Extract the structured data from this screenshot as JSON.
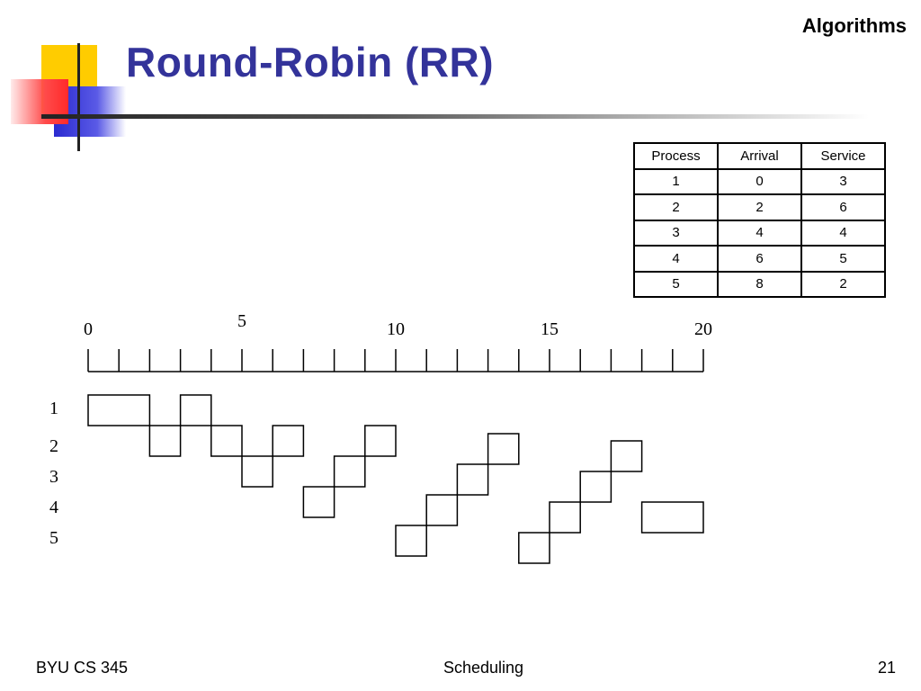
{
  "slide": {
    "corner_tag": "Algorithms",
    "title": "Round-Robin (RR)",
    "footer_left": "BYU CS 345",
    "footer_center": "Scheduling",
    "footer_right": "21"
  },
  "table": {
    "headers": [
      "Process",
      "Arrival",
      "Service"
    ],
    "rows": [
      [
        "1",
        "0",
        "3"
      ],
      [
        "2",
        "2",
        "6"
      ],
      [
        "3",
        "4",
        "4"
      ],
      [
        "4",
        "6",
        "5"
      ],
      [
        "5",
        "8",
        "2"
      ]
    ]
  },
  "timeline": {
    "ticks": 20,
    "labels": [
      "0",
      "5",
      "10",
      "15",
      "20"
    ],
    "label_values": [
      0,
      5,
      10,
      15,
      20
    ]
  },
  "processes": [
    "1",
    "2",
    "3",
    "4",
    "5"
  ],
  "schedule": [
    {
      "process": "1",
      "start": 0,
      "end": 2
    },
    {
      "process": "2",
      "start": 2,
      "end": 3
    },
    {
      "process": "1",
      "start": 3,
      "end": 4
    },
    {
      "process": "2",
      "start": 4,
      "end": 5
    },
    {
      "process": "3",
      "start": 5,
      "end": 6
    },
    {
      "process": "2",
      "start": 6,
      "end": 7
    },
    {
      "process": "4",
      "start": 7,
      "end": 8
    },
    {
      "process": "3",
      "start": 8,
      "end": 9
    },
    {
      "process": "2",
      "start": 9,
      "end": 10
    },
    {
      "process": "5",
      "start": 10,
      "end": 11
    },
    {
      "process": "4",
      "start": 11,
      "end": 12
    },
    {
      "process": "3",
      "start": 12,
      "end": 13
    },
    {
      "process": "2",
      "start": 13,
      "end": 14
    },
    {
      "process": "5",
      "start": 14,
      "end": 15
    },
    {
      "process": "4",
      "start": 15,
      "end": 16
    },
    {
      "process": "3",
      "start": 16,
      "end": 17
    },
    {
      "process": "2",
      "start": 17,
      "end": 18
    },
    {
      "process": "4",
      "start": 18,
      "end": 20
    }
  ]
}
